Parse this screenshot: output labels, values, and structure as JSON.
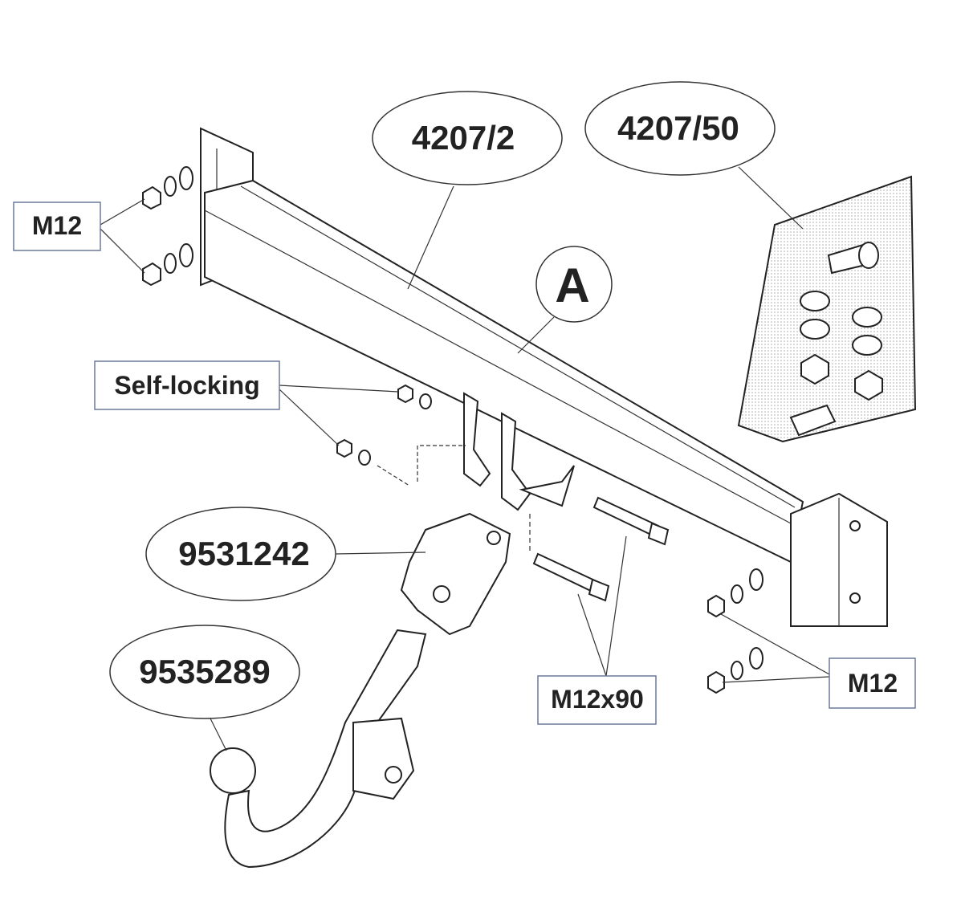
{
  "title": "Towbar exploded parts diagram",
  "labels": {
    "m12_left": "M12",
    "beam_part": "4207/2",
    "kit_part": "4207/50",
    "detail_a": "A",
    "self_locking": "Self-locking",
    "socket_part": "9531242",
    "ball_part": "9535289",
    "bolts": "M12x90",
    "m12_right": "M12"
  },
  "colors": {
    "line": "#222222",
    "box_border": "#6a7a9a",
    "stipple": "#bbbbbb"
  }
}
